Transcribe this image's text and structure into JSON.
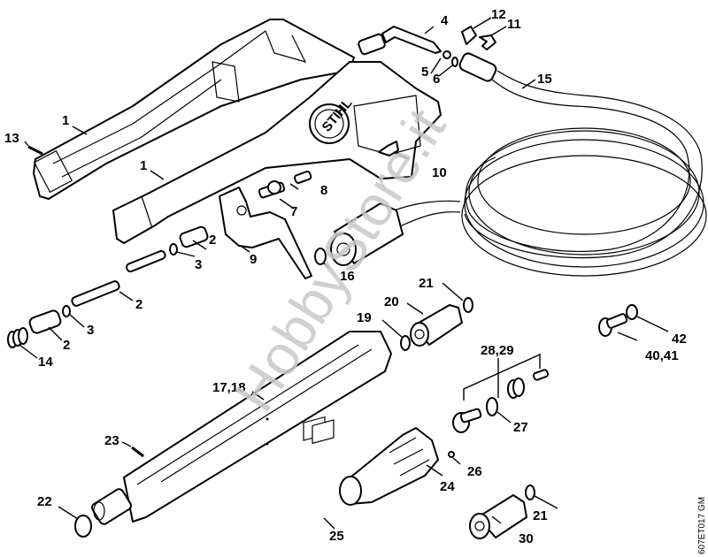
{
  "diagram": {
    "subject": "Spray gun exploded parts diagram",
    "brand_mark": "STIHL",
    "drawing_code": "607ET017 GM",
    "watermark": "HobbyStore.it"
  },
  "callouts": [
    {
      "id": "c1a",
      "text": "1"
    },
    {
      "id": "c1b",
      "text": "1"
    },
    {
      "id": "c2a",
      "text": "2"
    },
    {
      "id": "c2b",
      "text": "2"
    },
    {
      "id": "c2c",
      "text": "2"
    },
    {
      "id": "c3a",
      "text": "3"
    },
    {
      "id": "c3b",
      "text": "3"
    },
    {
      "id": "c4",
      "text": "4"
    },
    {
      "id": "c5",
      "text": "5"
    },
    {
      "id": "c6",
      "text": "6"
    },
    {
      "id": "c7",
      "text": "7"
    },
    {
      "id": "c8",
      "text": "8"
    },
    {
      "id": "c9",
      "text": "9"
    },
    {
      "id": "c10",
      "text": "10"
    },
    {
      "id": "c11",
      "text": "11"
    },
    {
      "id": "c12",
      "text": "12"
    },
    {
      "id": "c13",
      "text": "13"
    },
    {
      "id": "c14",
      "text": "14"
    },
    {
      "id": "c15",
      "text": "15"
    },
    {
      "id": "c16",
      "text": "16"
    },
    {
      "id": "c1718",
      "text": "17,18"
    },
    {
      "id": "c19",
      "text": "19"
    },
    {
      "id": "c20",
      "text": "20"
    },
    {
      "id": "c21a",
      "text": "21"
    },
    {
      "id": "c21b",
      "text": "21"
    },
    {
      "id": "c22",
      "text": "22"
    },
    {
      "id": "c23",
      "text": "23"
    },
    {
      "id": "c24",
      "text": "24"
    },
    {
      "id": "c25",
      "text": "25"
    },
    {
      "id": "c26",
      "text": "26"
    },
    {
      "id": "c27",
      "text": "27"
    },
    {
      "id": "c2829",
      "text": "28,29"
    },
    {
      "id": "c30",
      "text": "30"
    },
    {
      "id": "c4041",
      "text": "40,41"
    },
    {
      "id": "c42",
      "text": "42"
    }
  ]
}
